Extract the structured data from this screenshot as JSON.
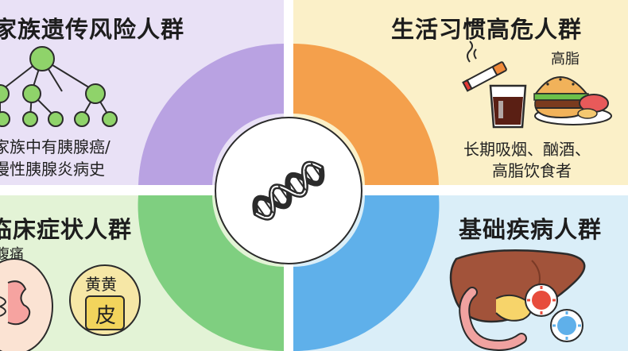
{
  "quadrants": {
    "top_left": {
      "title": "家族遗传风险人群",
      "desc_line1": "家族中有胰腺癌/",
      "desc_line2": "慢性胰腺炎病史"
    },
    "top_right": {
      "title": "生活习惯高危人群",
      "food_label": "高脂",
      "desc_line1": "长期吸烟、酗酒、",
      "desc_line2": "高脂饮食者"
    },
    "bottom_left": {
      "title": "临床症状人群",
      "symptom_label": "腹痛",
      "badge_text": "黄黄",
      "badge_char": "皮"
    },
    "bottom_right": {
      "title": "基础疾病人群"
    }
  },
  "colors": {
    "purple": "#b9a2e2",
    "orange": "#f4a04c",
    "green": "#7fcf80",
    "blue": "#5fb0ea",
    "tree_node": "#8fd36a"
  },
  "icons": [
    "family-tree-icon",
    "cigarette-icon",
    "cola-glass-icon",
    "burger-icon",
    "dna-helix-icon",
    "abdomen-icon",
    "jaundice-badge-icon",
    "liver-icon",
    "pancreas-icon",
    "virus-icon"
  ]
}
